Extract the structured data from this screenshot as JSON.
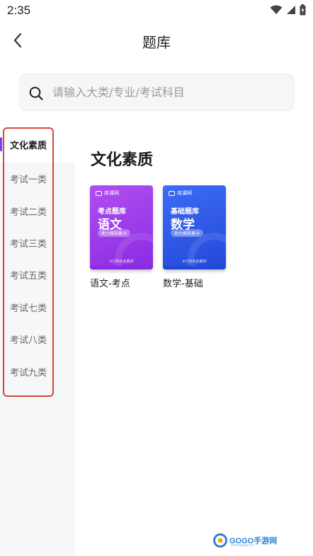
{
  "status_bar": {
    "time": "2:35"
  },
  "header": {
    "title": "题库"
  },
  "search": {
    "placeholder": "请输入大类/专业/考试科目"
  },
  "sidebar": {
    "items": [
      {
        "label": "文化素质",
        "active": true
      },
      {
        "label": "考试一类"
      },
      {
        "label": "考试二类"
      },
      {
        "label": "考试三类"
      },
      {
        "label": "考试五类"
      },
      {
        "label": "考试七类"
      },
      {
        "label": "考试八类"
      },
      {
        "label": "考试九类"
      }
    ]
  },
  "main": {
    "section_title": "文化素质",
    "books": [
      {
        "label": "语文-考点",
        "cover_brand": "库课网",
        "cover_category": "考点题库",
        "cover_subject": "语文",
        "cover_tagline": "助力高效备分",
        "cover_footer": "※已购买此教材",
        "color_top": "#b04ff0",
        "color_bottom": "#8a2be2"
      },
      {
        "label": "数学-基础",
        "cover_brand": "库课网",
        "cover_category": "基础题库",
        "cover_subject": "数学",
        "cover_tagline": "助力高效备分",
        "cover_footer": "※已购买此教材",
        "color_top": "#3d6cf5",
        "color_bottom": "#2348d8"
      }
    ]
  },
  "watermark": {
    "text": "GOGO手游网",
    "sub": "www.gogo.cn"
  },
  "colors": {
    "accent": "#7b3ff2",
    "highlight_border": "#d9453b",
    "sidebar_bg": "#f6f7f9"
  }
}
